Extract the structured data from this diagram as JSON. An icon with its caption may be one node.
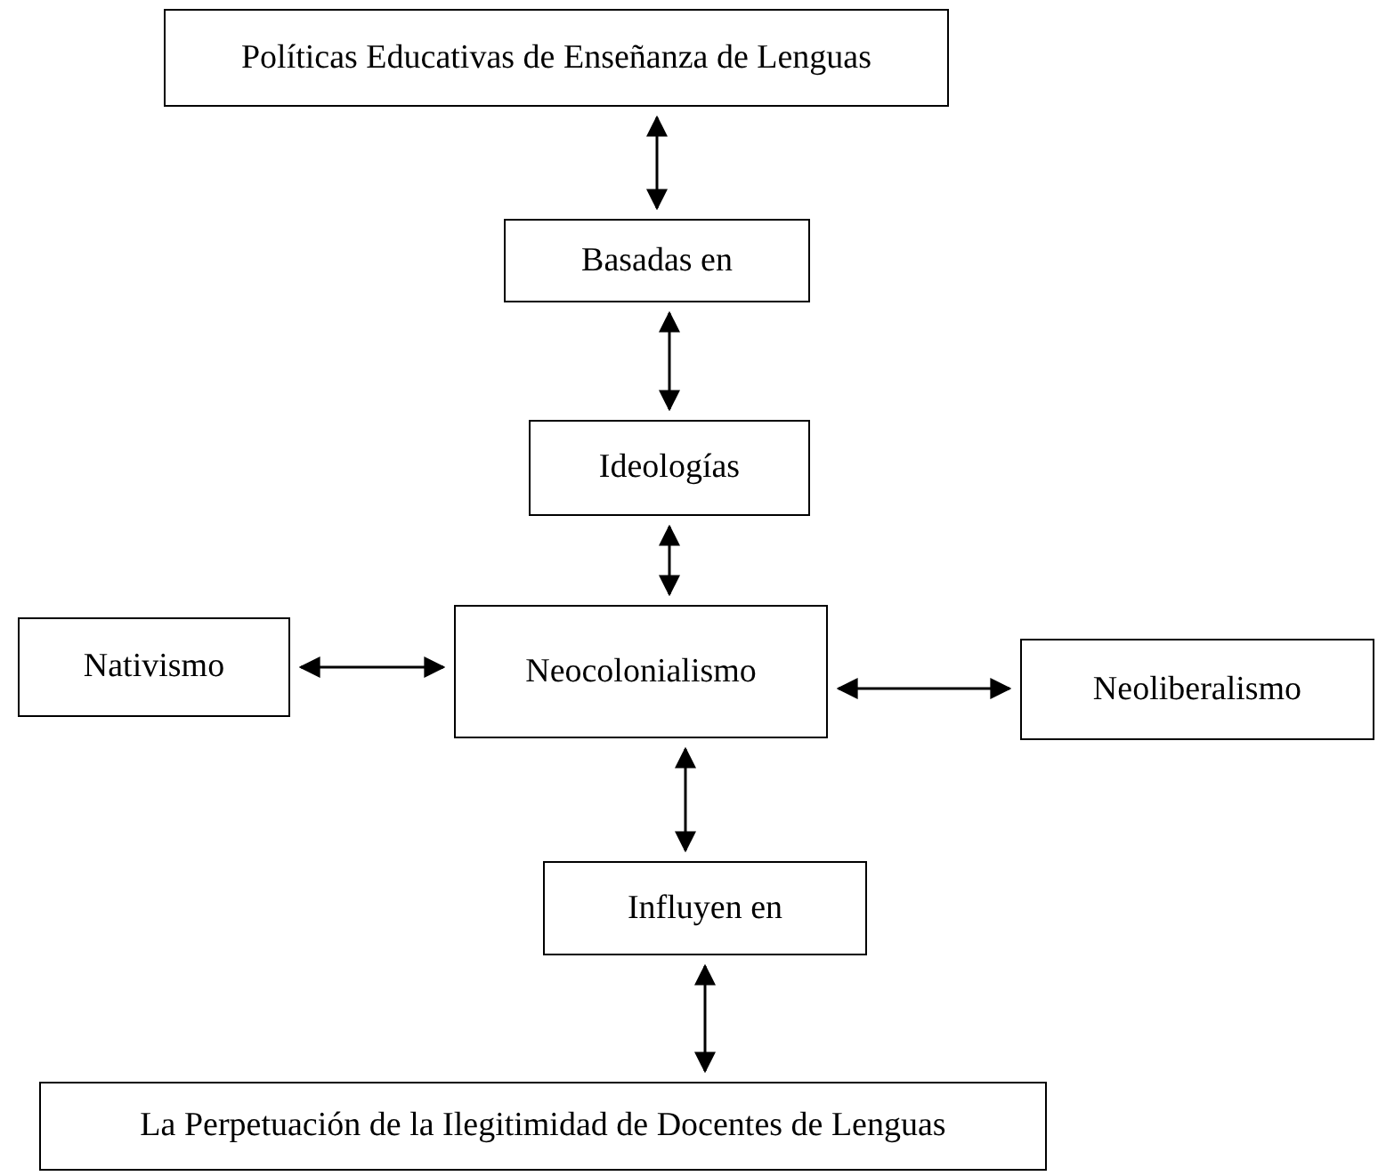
{
  "diagram": {
    "nodes": [
      {
        "text": [
          "Políticas Educativas de Enseñanza de Lenguas"
        ]
      },
      {
        "text": [
          "Basadas en"
        ]
      },
      {
        "text": [
          "Ideologías"
        ]
      },
      {
        "text": [
          "Nativismo"
        ]
      },
      {
        "text": [
          "Neocolonialismo"
        ]
      },
      {
        "text": [
          "Neoliberalismo"
        ]
      },
      {
        "text": [
          "Influyen en"
        ]
      },
      {
        "text": [
          "La Perpetuación de la Ilegitimidad de Docentes de Lenguas"
        ]
      }
    ],
    "edges": [
      {
        "from": 0,
        "to": 1,
        "arrow": "both"
      },
      {
        "from": 1,
        "to": 2,
        "arrow": "both"
      },
      {
        "from": 2,
        "to": 4,
        "arrow": "both"
      },
      {
        "from": 3,
        "to": 4,
        "arrow": "both"
      },
      {
        "from": 4,
        "to": 5,
        "arrow": "both"
      },
      {
        "from": 4,
        "to": 6,
        "arrow": "both"
      },
      {
        "from": 6,
        "to": 7,
        "arrow": "both"
      }
    ]
  }
}
